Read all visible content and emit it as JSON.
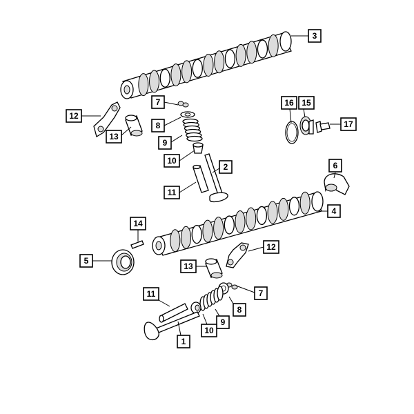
{
  "callouts": [
    {
      "id": "c3",
      "label": "3"
    },
    {
      "id": "c12a",
      "label": "12"
    },
    {
      "id": "c13a",
      "label": "13"
    },
    {
      "id": "c7a",
      "label": "7"
    },
    {
      "id": "c8a",
      "label": "8"
    },
    {
      "id": "c9a",
      "label": "9"
    },
    {
      "id": "c10a",
      "label": "10"
    },
    {
      "id": "c2",
      "label": "2"
    },
    {
      "id": "c11a",
      "label": "11"
    },
    {
      "id": "c16",
      "label": "16"
    },
    {
      "id": "c15",
      "label": "15"
    },
    {
      "id": "c17",
      "label": "17"
    },
    {
      "id": "c6",
      "label": "6"
    },
    {
      "id": "c4",
      "label": "4"
    },
    {
      "id": "c14",
      "label": "14"
    },
    {
      "id": "c5",
      "label": "5"
    },
    {
      "id": "c12b",
      "label": "12"
    },
    {
      "id": "c13b",
      "label": "13"
    },
    {
      "id": "c11b",
      "label": "11"
    },
    {
      "id": "c7b",
      "label": "7"
    },
    {
      "id": "c8b",
      "label": "8"
    },
    {
      "id": "c9b",
      "label": "9"
    },
    {
      "id": "c10b",
      "label": "10"
    },
    {
      "id": "c1",
      "label": "1"
    }
  ]
}
